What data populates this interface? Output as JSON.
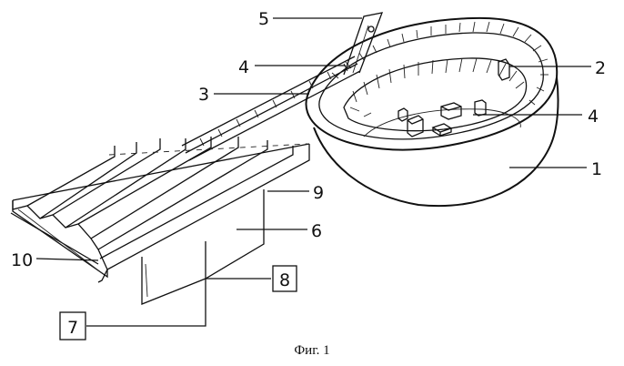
{
  "labels": {
    "l1": "1",
    "l2": "2",
    "l3": "3",
    "l4a": "4",
    "l4b": "4",
    "l5": "5",
    "l6": "6",
    "l7": "7",
    "l8": "8",
    "l9": "9",
    "l10": "10"
  },
  "caption": "Фиг. 1"
}
